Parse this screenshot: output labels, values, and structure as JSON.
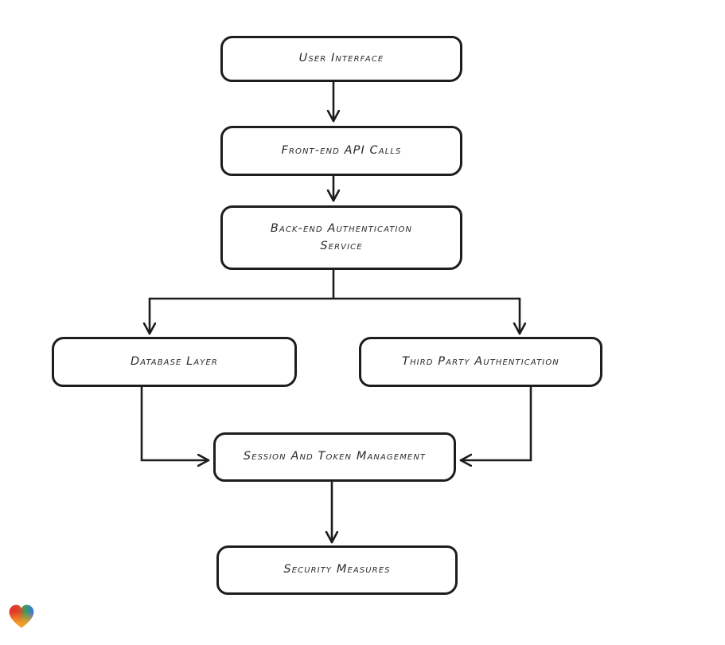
{
  "canvas": {
    "background": "#ffffff",
    "stroke_color": "#1d1d1d",
    "text_color": "#2b2b2b"
  },
  "diagram": {
    "nodes": [
      {
        "id": "user-interface",
        "label": "User Interface"
      },
      {
        "id": "front-end-api-calls",
        "label": "Front-end API Calls"
      },
      {
        "id": "back-end-authentication-service",
        "label": "Back-end Authentication Service"
      },
      {
        "id": "database-layer",
        "label": "Database Layer"
      },
      {
        "id": "third-party-authentication",
        "label": "Third Party Authentication"
      },
      {
        "id": "session-and-token-management",
        "label": "Session And Token Management"
      },
      {
        "id": "security-measures",
        "label": "Security Measures"
      }
    ],
    "edges": [
      {
        "from": "user-interface",
        "to": "front-end-api-calls"
      },
      {
        "from": "front-end-api-calls",
        "to": "back-end-authentication-service"
      },
      {
        "from": "back-end-authentication-service",
        "to": "database-layer"
      },
      {
        "from": "back-end-authentication-service",
        "to": "third-party-authentication"
      },
      {
        "from": "database-layer",
        "to": "session-and-token-management"
      },
      {
        "from": "third-party-authentication",
        "to": "session-and-token-management"
      },
      {
        "from": "session-and-token-management",
        "to": "security-measures"
      }
    ]
  },
  "logo": {
    "name": "eraser-heart-logo",
    "colors": {
      "red": "#e23328",
      "green": "#35a05c",
      "blue": "#3a6ff0",
      "orange": "#f7a028"
    }
  }
}
